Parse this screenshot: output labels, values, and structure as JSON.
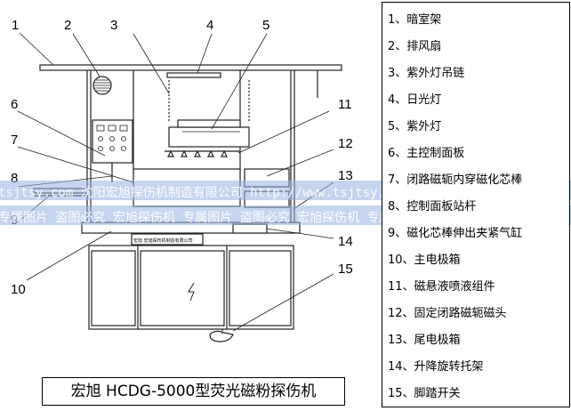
{
  "callouts": [
    "1",
    "2",
    "3",
    "4",
    "5",
    "6",
    "7",
    "8",
    "9",
    "10",
    "11",
    "12",
    "13",
    "14",
    "15"
  ],
  "legend": [
    "1、暗室架",
    "2、排风扇",
    "3、紫外灯吊链",
    "4、日光灯",
    "5、紫外灯",
    "6、主控制面板",
    "7、闭路磁轭内穿磁化芯棒",
    "8、控制面板站杆",
    "9、磁化芯棒伸出夹紧气缸",
    "10、主电极箱",
    "11、磁悬液喷液组件",
    "12、固定闭路磁轭磁头",
    "13、尾电极箱",
    "14、升降旋转托架",
    "15、脚踏开关"
  ],
  "title": "宏旭 HCDG-5000型荧光磁粉探伤机",
  "nameplate": "宏旭 宏旭探伤机制造有限公司",
  "watermark": {
    "line1": "tsjtsy.com   沈阳宏旭探伤机制造有限公司     http://www.tsjtsy.com",
    "line2": "专属图片  盗图必究   宏旭探伤机  专属图片  盗图必究   宏旭探伤机  专属"
  },
  "colors": {
    "line": "#222222",
    "watermark_band": "#96b2e4"
  }
}
